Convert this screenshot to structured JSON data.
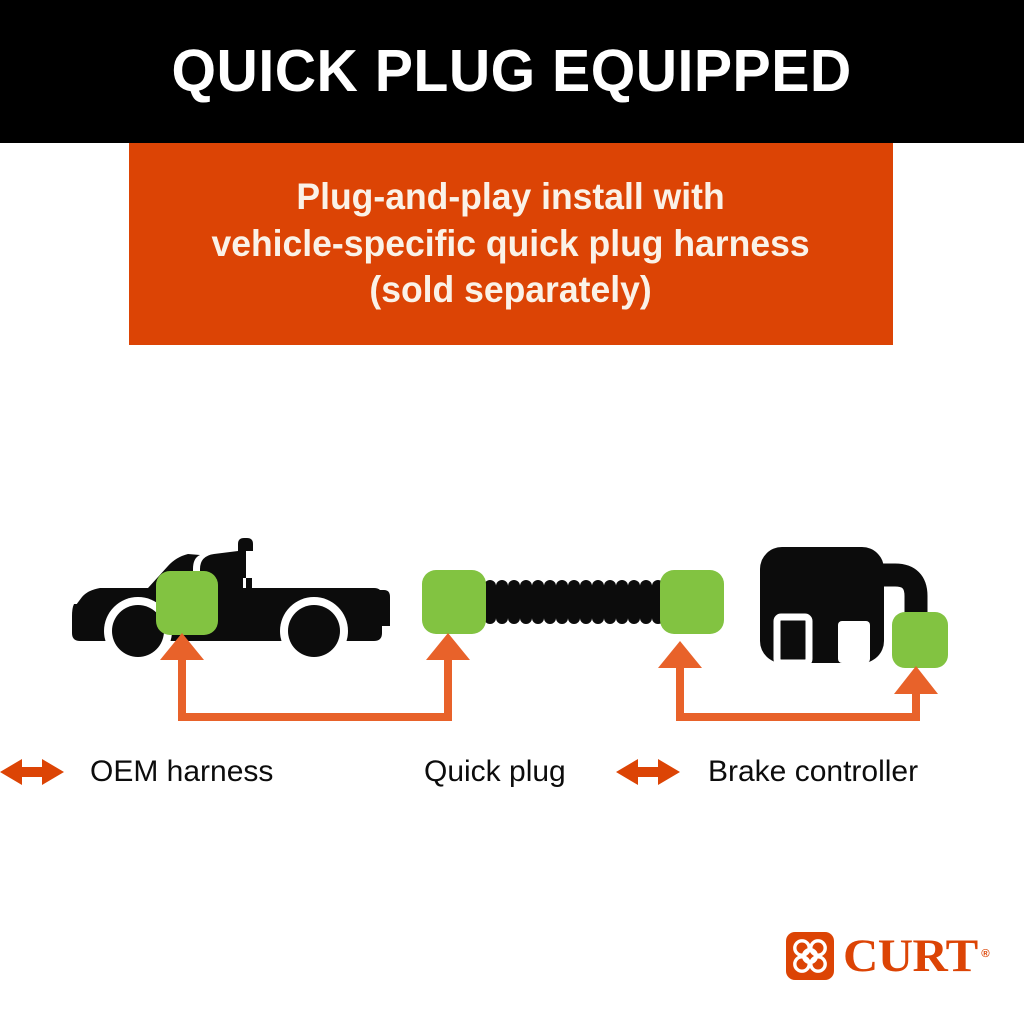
{
  "header": {
    "title": "QUICK PLUG EQUIPPED",
    "background_color": "#000000",
    "text_color": "#ffffff"
  },
  "subtitle": {
    "text": "Plug-and-play install with\nvehicle-specific quick plug harness\n(sold separately)",
    "background_color": "#DC4405",
    "text_color": "#FAF2E8"
  },
  "diagram": {
    "items": [
      {
        "name": "truck",
        "icon": "pickup-truck-icon",
        "highlight": "oem-harness-connector",
        "highlight_color": "#82C341"
      },
      {
        "name": "quick-plug",
        "icon": "coiled-cable-icon",
        "highlight": "quick-plug-connectors",
        "highlight_color": "#82C341"
      },
      {
        "name": "brake-controller",
        "icon": "brake-controller-icon",
        "highlight": "brake-controller-connector",
        "highlight_color": "#82C341"
      }
    ],
    "arrow_color": "#E8622A",
    "silhouette_color": "#0c0c0c"
  },
  "labels": {
    "oem_harness": "OEM harness",
    "quick_plug": "Quick plug",
    "brake_controller": "Brake controller",
    "connector_glyph": "bidirectional-arrow",
    "text_color": "#0c0c0c"
  },
  "logo": {
    "wordmark": "CURT",
    "registered": "®",
    "icon": "curt-trefoil-icon",
    "color": "#DC4405"
  }
}
